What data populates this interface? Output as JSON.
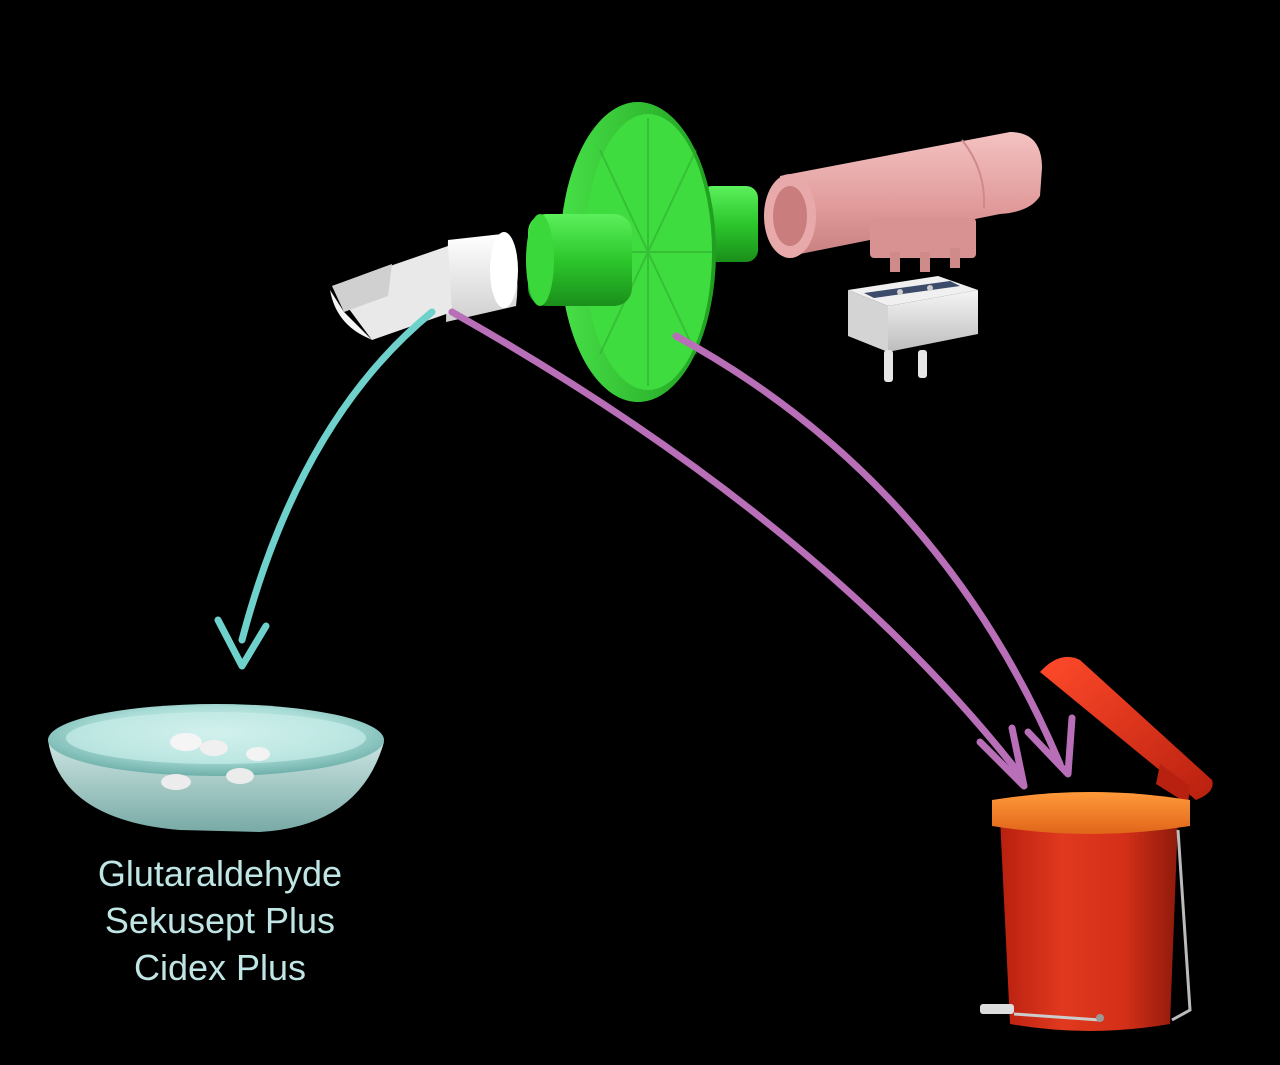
{
  "disinfectants": {
    "items": [
      "Glutaraldehyde",
      "Sekusept Plus",
      "Cidex Plus"
    ]
  },
  "components": [
    {
      "name": "mouthpiece",
      "color": "#f2f2f2",
      "destination": "disinfectant-bowl"
    },
    {
      "name": "bacterial-viral-filter",
      "color": "#33cc33",
      "destination": "waste-bin"
    },
    {
      "name": "flow-sensor",
      "color": "#e8a3a3"
    },
    {
      "name": "sensor-connector",
      "color": "#e0e0e0"
    }
  ],
  "arrows": [
    {
      "from": "mouthpiece",
      "to": "disinfectant-bowl",
      "color": "#6fd1cc"
    },
    {
      "from": "mouthpiece",
      "to": "waste-bin",
      "color": "#b86fb8"
    },
    {
      "from": "bacterial-viral-filter",
      "to": "waste-bin",
      "color": "#b86fb8"
    }
  ],
  "colors": {
    "background": "#000000",
    "disinfect_arrow": "#6fd1cc",
    "discard_arrow": "#b86fb8",
    "label_text": "#bfe6e4",
    "bin_body": "#d9301c",
    "bin_rim": "#f07a22"
  }
}
